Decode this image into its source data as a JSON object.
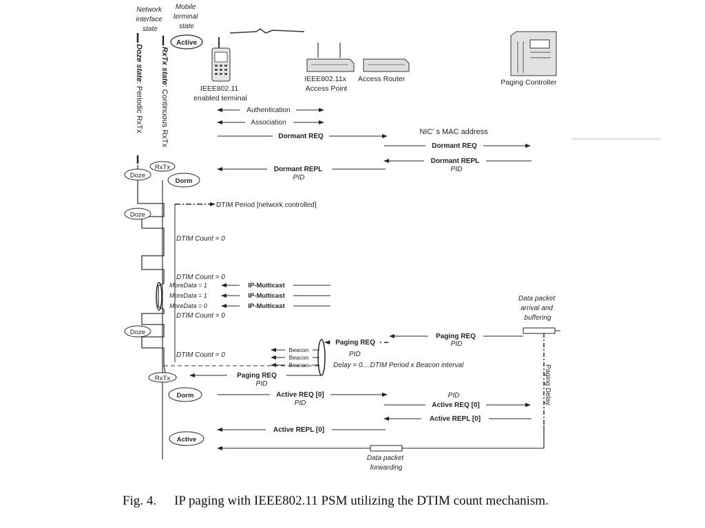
{
  "column_headers": {
    "network_interface_state": [
      "Network",
      "interface",
      "state"
    ],
    "mobile_terminal_state": [
      "Mobile",
      "terminal",
      "state"
    ]
  },
  "vertical_labels": {
    "doze_state_bold": "Doze state",
    "doze_state_rest": ": Periodic RxTx",
    "rxtx_state_bold": "RxTx state",
    "rxtx_state_rest": ": Continuous RxTx"
  },
  "entities": {
    "terminal": [
      "IEEE802.11",
      "enabled terminal"
    ],
    "access_point": [
      "IEEE802.11x",
      "Access Point"
    ],
    "access_router": [
      "Access Router"
    ],
    "paging_controller": [
      "Paging Controller"
    ]
  },
  "states": {
    "active_top": "Active",
    "rxtx_1": "RxTx",
    "doze_1": "Doze",
    "dorm_1": "Dorm",
    "doze_2": "Doze",
    "doze_3": "Doze",
    "rxtx_2": "RxTx",
    "dorm_2": "Dorm",
    "active_bottom": "Active"
  },
  "messages": {
    "authentication": "Authentication",
    "association": "Association",
    "dormant_req_1": "Dormant REQ",
    "nic_mac": "NIC' s MAC address",
    "dormant_req_2": "Dormant REQ",
    "dormant_repl_2": "Dormant REPL",
    "pid_1": "PID",
    "dormant_repl_1": "Dormant REPL",
    "pid_2": "PID",
    "dtim_period": "DTIM Period [network controlled]",
    "dtim_count_1": "DTIM Count = 0",
    "dtim_count_2": "DTIM Count = 0",
    "moredata_1": "MoreData = 1",
    "moredata_2": "MoreData = 1",
    "moredata_3": "MoreData = 0",
    "ip_multicast_1": "IP-Multicast",
    "ip_multicast_2": "IP-Multicast",
    "ip_multicast_3": "IP-Multicast",
    "dtim_count_3": "DTIM Count = 0",
    "data_packet_arrival": [
      "Data packet",
      "arrival and",
      "buffering"
    ],
    "paging_req_pc": "Paging REQ",
    "pid_3": "PID",
    "paging_req_ap": "Paging REQ",
    "dtim_count_4": "DTIM Count = 0",
    "beacon_1": "Beacon",
    "beacon_2": "Beacon",
    "beacon_3": "Beacon",
    "pid_4": "PID",
    "delay": "Delay = 0....DTIM Period x Beacon interval",
    "paging_req_term": "Paging REQ",
    "pid_5": "PID",
    "paging_delay": "Paging Delay",
    "active_req_1": "Active REQ [0]",
    "pid_6": "PID",
    "pid_7": "PID",
    "active_req_2": "Active REQ [0]",
    "active_repl_2": "Active REPL [0]",
    "active_repl_1": "Active REPL [0]",
    "data_packet_forwarding": [
      "Data packet",
      "forwarding"
    ]
  },
  "caption": {
    "label": "Fig. 4.",
    "text": "IP paging with IEEE802.11 PSM utilizing the DTIM count mechanism."
  }
}
